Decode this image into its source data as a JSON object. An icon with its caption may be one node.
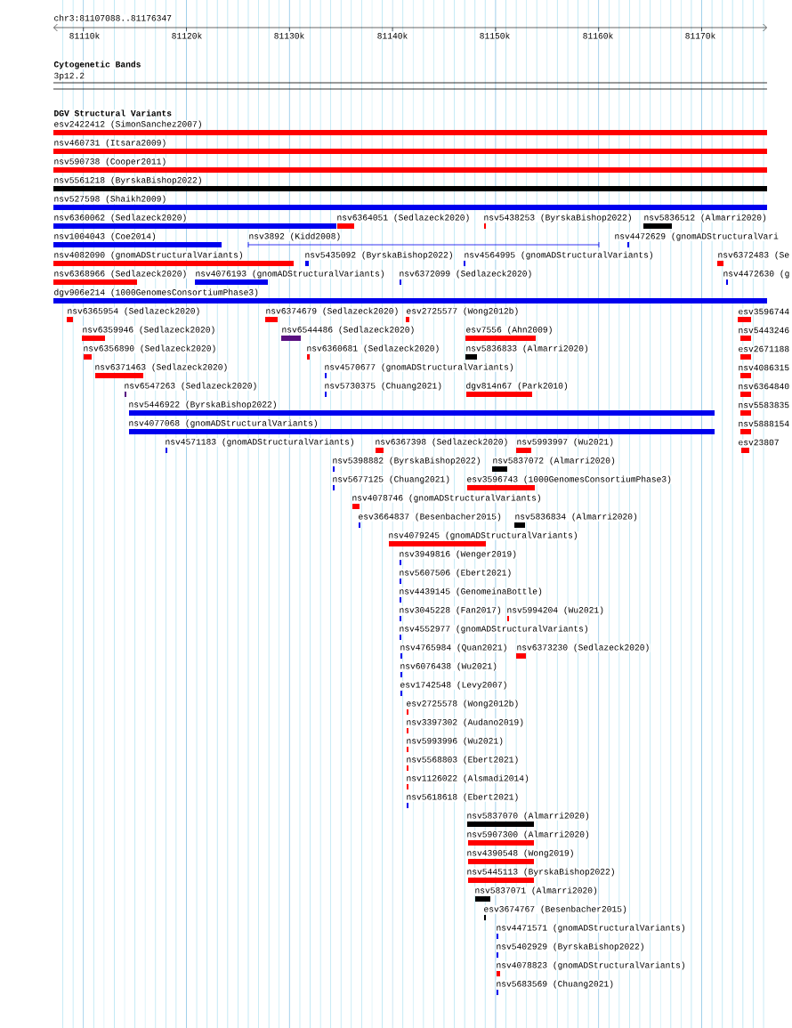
{
  "diagram": {
    "labels": [
      "chr3:81107088..81176347",
      "81110k",
      "81120k",
      "81130k",
      "81140k",
      "81150k",
      "81160k",
      "81170k",
      "Cytogenetic Bands",
      "3p12.2",
      "DGV Structural Variants",
      "esv2422412 (SimonSanchez2007)",
      "nsv460731 (Itsara2009)",
      "nsv590738 (Cooper2011)",
      "nsv5561218 (ByrskaBishop2022)",
      "nsv527598 (Shaikh2009)",
      "nsv6360062 (Sedlazeck2020)",
      "nsv6364051 (Sedlazeck2020)",
      "nsv5438253 (ByrskaBishop2022)",
      "nsv5836512 (Almarri2020)",
      "nsv1004043 (Coe2014)",
      "nsv3892 (Kidd2008)",
      "nsv4472629 (gnomADStructuralVari",
      "nsv4082090 (gnomADStructuralVariants)",
      "nsv5435092 (ByrskaBishop2022)",
      "nsv4564995 (gnomADStructuralVariants)",
      "nsv6372483 (Se",
      "nsv6368966 (Sedlazeck2020)",
      "nsv4076193 (gnomADStructuralVariants)",
      "nsv6372099 (Sedlazeck2020)",
      "nsv4472630 (g",
      "dgv906e214 (1000GenomesConsortiumPhase3)",
      "nsv6365954 (Sedlazeck2020)",
      "nsv6374679 (Sedlazeck2020)",
      "esv2725577 (Wong2012b)",
      "esv3596744",
      "nsv6359946 (Sedlazeck2020)",
      "nsv6544486 (Sedlazeck2020)",
      "esv7556 (Ahn2009)",
      "nsv5443246",
      "nsv6356890 (Sedlazeck2020)",
      "nsv6360681 (Sedlazeck2020)",
      "nsv5836833 (Almarri2020)",
      "esv2671188",
      "nsv6371463 (Sedlazeck2020)",
      "nsv4570677 (gnomADStructuralVariants)",
      "nsv4086315",
      "nsv6547263 (Sedlazeck2020)",
      "nsv5730375 (Chuang2021)",
      "dgv814n67 (Park2010)",
      "nsv6364840",
      "nsv5446922 (ByrskaBishop2022)",
      "nsv5583835",
      "nsv4077068 (gnomADStructuralVariants)",
      "nsv5888154",
      "nsv4571183 (gnomADStructuralVariants)",
      "nsv6367398 (Sedlazeck2020)",
      "nsv5993997 (Wu2021)",
      "esv23807",
      "nsv5398882 (ByrskaBishop2022)",
      "nsv5837072 (Almarri2020)",
      "nsv5677125 (Chuang2021)",
      "esv3596743 (1000GenomesConsortiumPhase3)",
      "nsv4078746 (gnomADStructuralVariants)",
      "esv3664837 (Besenbacher2015)",
      "nsv5836834 (Almarri2020)",
      "nsv4079245 (gnomADStructuralVariants)",
      "nsv3949816 (Wenger2019)",
      "nsv5607506 (Ebert2021)",
      "nsv4439145 (GenomeinaBottle)",
      "nsv3045228 (Fan2017)",
      "nsv5994204 (Wu2021)",
      "nsv4552977 (gnomADStructuralVariants)",
      "nsv4765984 (Quan2021)",
      "nsv6373230 (Sedlazeck2020)",
      "nsv6076438 (Wu2021)",
      "esv1742548 (Levy2007)",
      "esv2725578 (Wong2012b)",
      "nsv3397302 (Audano2019)",
      "nsv5993996 (Wu2021)",
      "nsv5568803 (Ebert2021)",
      "nsv1126022 (Alsmadi2014)",
      "nsv5618618 (Ebert2021)",
      "nsv5837070 (Almarri2020)",
      "nsv5907300 (Almarri2020)",
      "nsv4390548 (Wong2019)",
      "nsv5445113 (ByrskaBishop2022)",
      "nsv5837071 (Almarri2020)",
      "esv3674767 (Besenbacher2015)",
      "nsv4471571 (gnomADStructuralVariants)",
      "nsv5402929 (ByrskaBishop2022)",
      "nsv4078823 (gnomADStructuralVariants)",
      "nsv5683569 (Chuang2021)"
    ]
  }
}
